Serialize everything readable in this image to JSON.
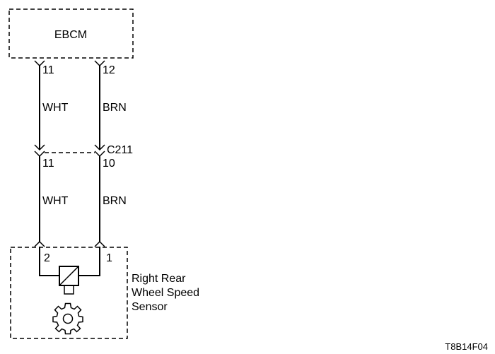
{
  "ebcm": {
    "label": "EBCM",
    "pin_left": "11",
    "pin_right": "12"
  },
  "upper_wires": {
    "left_color": "WHT",
    "right_color": "BRN"
  },
  "connector": {
    "name": "C211",
    "pin_left": "11",
    "pin_right": "10"
  },
  "lower_wires": {
    "left_color": "WHT",
    "right_color": "BRN"
  },
  "sensor": {
    "pin_left": "2",
    "pin_right": "1",
    "label_lines": [
      "Right Rear",
      "Wheel Speed",
      "Sensor"
    ],
    "icon": "gear-icon"
  },
  "figure_id": "T8B14F04"
}
